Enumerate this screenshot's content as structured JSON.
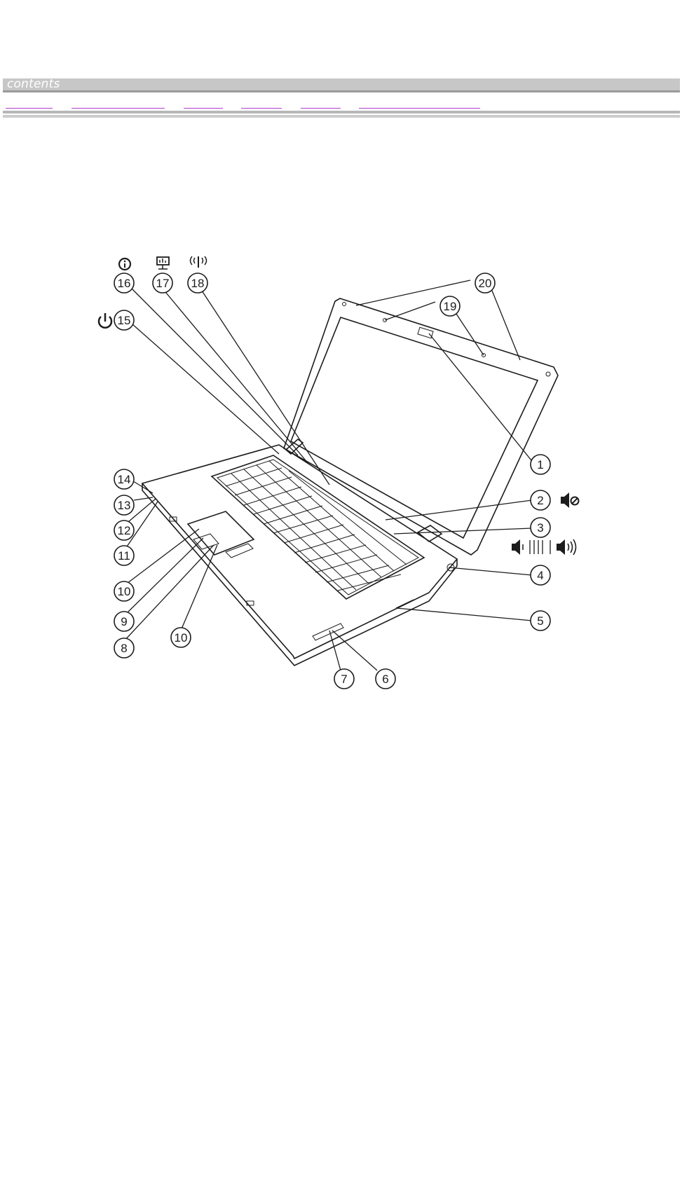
{
  "header": {
    "title": "contents"
  },
  "nav": {
    "links": [
      "",
      "",
      "",
      "",
      "",
      ""
    ]
  },
  "diagram": {
    "callouts": [
      "1",
      "2",
      "3",
      "4",
      "5",
      "6",
      "7",
      "8",
      "9",
      "10",
      "10",
      "11",
      "12",
      "13",
      "14",
      "15",
      "16",
      "17",
      "18",
      "19",
      "20"
    ],
    "icons": {
      "callout_15": "power-icon",
      "callout_16": "info-icon",
      "callout_17": "presentation-icon",
      "callout_18": "wireless-icon",
      "callout_2": "mute-icon",
      "callout_3": "volume-scale-icon"
    }
  }
}
